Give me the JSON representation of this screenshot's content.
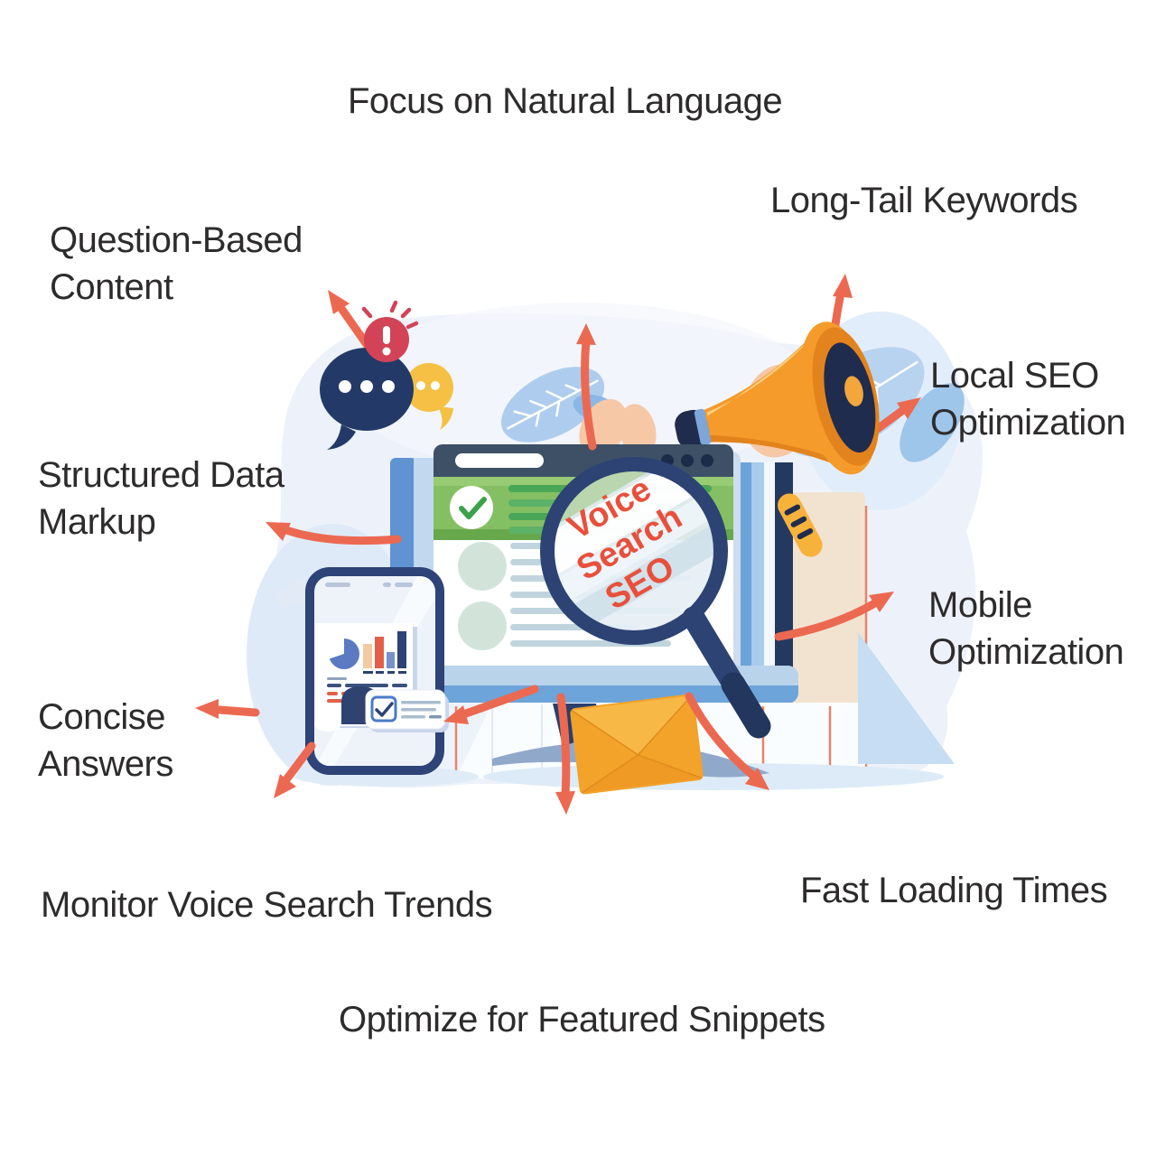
{
  "page": {
    "background": "#ffffff",
    "topic": "Voice Search SEO infographic"
  },
  "magnifier": {
    "line1": "Voice",
    "line2": "Search",
    "line3": "SEO"
  },
  "labels": {
    "top": "Focus on Natural Language",
    "top_right": "Long-Tail Keywords",
    "top_left": "Question-Based Content",
    "right_upper": "Local SEO Optimization",
    "left_upper": "Structured Data Markup",
    "right_lower": "Mobile Optimization",
    "left_lower": "Concise Answers",
    "bottom_left": "Monitor Voice Search Trends",
    "bottom_right": "Fast Loading Times",
    "bottom": "Optimize for Featured Snippets"
  },
  "colors": {
    "label_text": "#2d2b2c",
    "arrow": "#ec6951",
    "magnifier_text": "#e8503c",
    "megaphone_orange": "#f49b2b",
    "envelope_orange": "#f3a52c",
    "navy": "#2c4373",
    "green_panel": "#85bf63",
    "alert_red": "#d24357",
    "bubble_navy": "#233a68",
    "bubble_yellow": "#f5c044"
  }
}
